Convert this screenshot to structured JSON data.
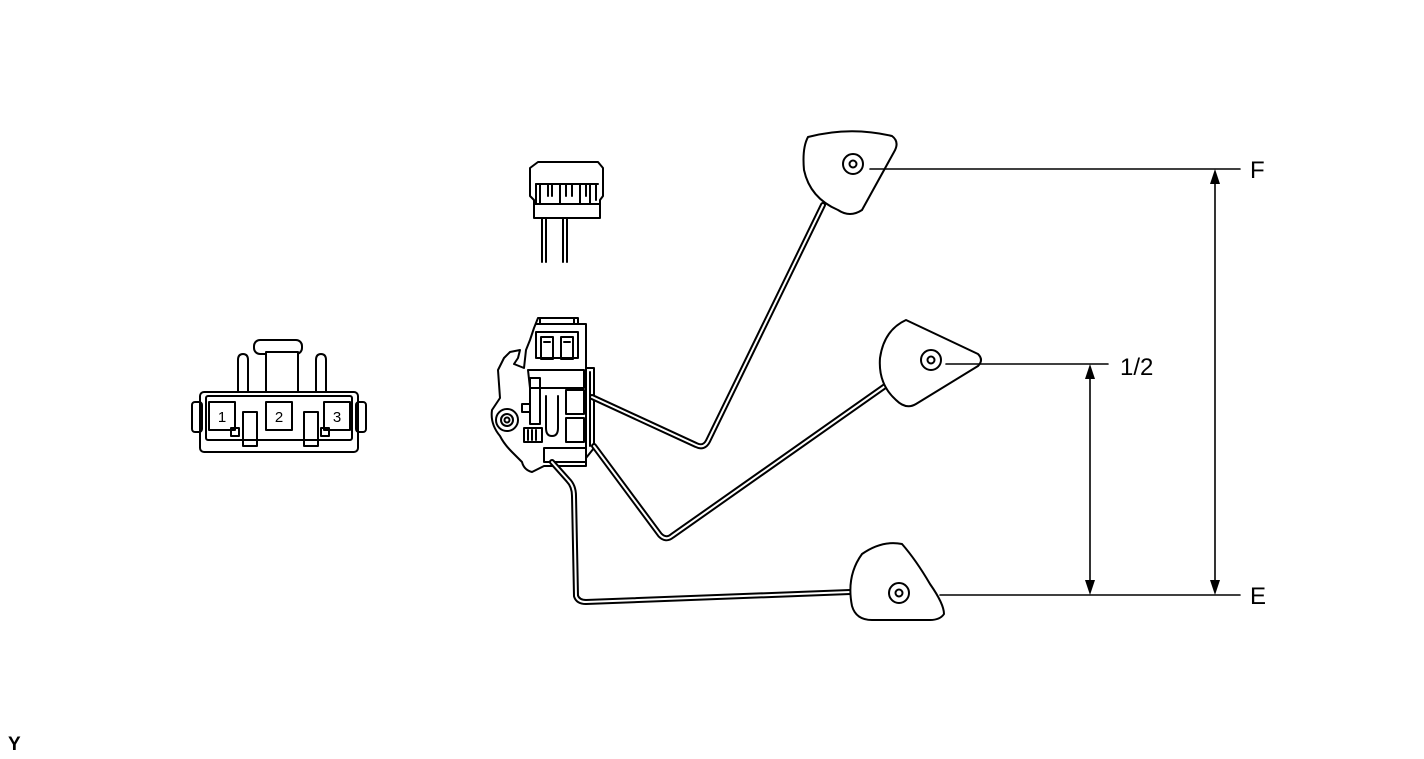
{
  "connector": {
    "pins": [
      "1",
      "2",
      "3"
    ]
  },
  "levels": {
    "full": "F",
    "half": "1/2",
    "empty": "E"
  },
  "corner_code": "Y"
}
